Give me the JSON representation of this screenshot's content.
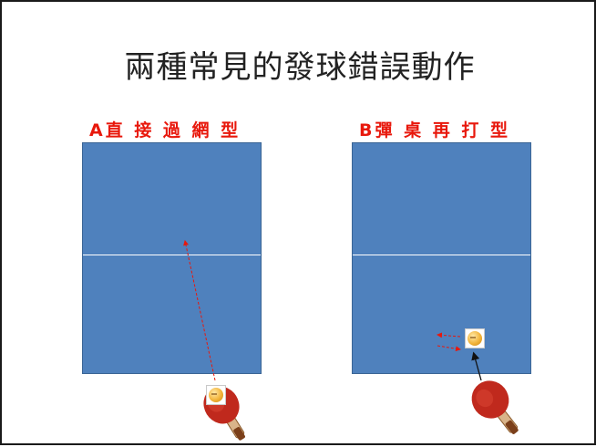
{
  "title": "兩種常見的發球錯誤動作",
  "panels": [
    {
      "label": "A直 接 過 網 型"
    },
    {
      "label": "B彈 桌 再 打 型"
    }
  ],
  "colors": {
    "table": "#4f81bd",
    "label": "#e8180c",
    "arrow_red": "#e8180c",
    "arrow_black": "#111111",
    "paddle": "#c0291d"
  },
  "icons": [
    "ping-pong-ball-icon",
    "paddle-icon"
  ]
}
